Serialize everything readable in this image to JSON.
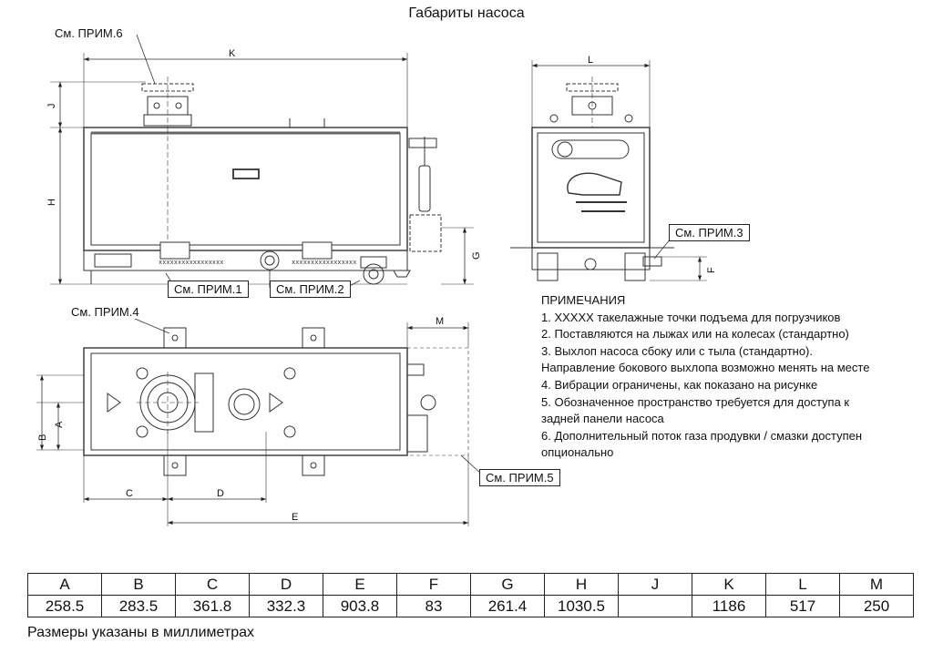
{
  "title": "Габариты насоса",
  "callouts": {
    "note6": "См. ПРИМ.6",
    "note1": "См. ПРИМ.1",
    "note2": "См. ПРИМ.2",
    "note3": "См. ПРИМ.3",
    "note4": "См. ПРИМ.4",
    "note5": "См. ПРИМ.5"
  },
  "dim_letters": {
    "K": "K",
    "J": "J",
    "H": "H",
    "G": "G",
    "L": "L",
    "F": "F",
    "M": "M",
    "A": "A",
    "B": "B",
    "C": "C",
    "D": "D",
    "E": "E"
  },
  "skid_marking": "xxxxxxxxxxxxxxxxx",
  "notes": {
    "heading": "ПРИМЕЧАНИЯ",
    "lines": [
      "1. XXXXX такелажные точки подъема для погрузчиков",
      "2. Поставляются на лыжах или на колесах (стандартно)",
      "3. Выхлоп насоса сбоку или с тыла (стандартно).",
      "Направление бокового выхлопа возможно менять на месте",
      "4. Вибрации ограничены, как показано на рисунке",
      "5. Обозначенное пространство требуется для доступа к",
      "задней панели насоса",
      "6. Дополнительный поток газа продувки / смазки доступен",
      "опционально"
    ]
  },
  "table": {
    "headers": [
      "A",
      "B",
      "C",
      "D",
      "E",
      "F",
      "G",
      "H",
      "J",
      "K",
      "L",
      "M"
    ],
    "values": [
      "258.5",
      "283.5",
      "361.8",
      "332.3",
      "903.8",
      "83",
      "261.4",
      "1030.5",
      "",
      "1186",
      "517",
      "250"
    ]
  },
  "units_note": "Размеры указаны в миллиметрах"
}
